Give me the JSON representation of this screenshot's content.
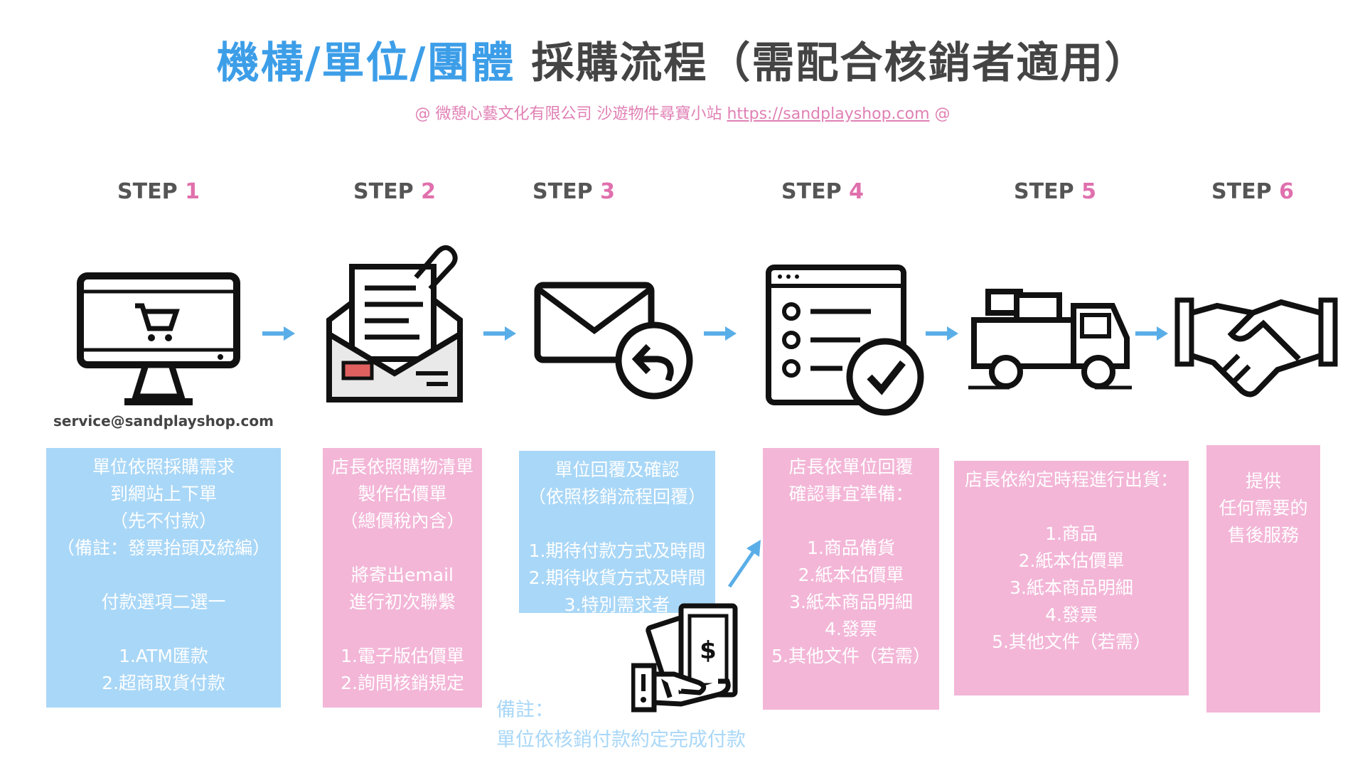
{
  "title": {
    "highlight": "機構/單位/團體",
    "rest": "採購流程（需配合核銷者適用）"
  },
  "subtitle": {
    "prefix": "@ 微憩心藝文化有限公司 沙遊物件尋寶小站 ",
    "link": "https://sandplayshop.com",
    "suffix": " @"
  },
  "steps": [
    {
      "word": "STEP",
      "num": "1",
      "icon": "computer-cart-icon"
    },
    {
      "word": "STEP",
      "num": "2",
      "icon": "envelope-document-icon"
    },
    {
      "word": "STEP",
      "num": "3",
      "icon": "mail-reply-icon"
    },
    {
      "word": "STEP",
      "num": "4",
      "icon": "checklist-icon"
    },
    {
      "word": "STEP",
      "num": "5",
      "icon": "delivery-truck-icon"
    },
    {
      "word": "STEP",
      "num": "6",
      "icon": "handshake-icon"
    }
  ],
  "email": "service@sandplayshop.com",
  "boxes": [
    "單位依照採購需求\n到網站上下單\n（先不付款）\n（備註：發票抬頭及統編）\n\n付款選項二選一\n\n1.ATM匯款\n2.超商取貨付款",
    "店長依照購物清單\n製作估價單\n（總價稅內含）\n\n將寄出email\n進行初次聯繫\n\n1.電子版估價單\n2.詢問核銷規定",
    "單位回覆及確認\n（依照核銷流程回覆）\n\n1.期待付款方式及時間\n2.期待收貨方式及時間\n3.特別需求者",
    "店長依單位回覆\n確認事宜準備：\n\n1.商品備貨\n2.紙本估價單\n3.紙本商品明細\n4.發票\n5.其他文件（若需）",
    "店長依約定時程進行出貨：\n\n1.商品\n2.紙本估價單\n3.紙本商品明細\n4.發票\n5.其他文件（若需）",
    "提供\n任何需要的\n售後服務"
  ],
  "note": "備註：\n單位依核銷付款約定完成付款",
  "colors": {
    "blue": "#3d9ee8",
    "light_blue": "#a9d7f7",
    "pink": "#f3b6d7",
    "pink_text": "#e070ad",
    "arrow": "#5aaee8"
  }
}
